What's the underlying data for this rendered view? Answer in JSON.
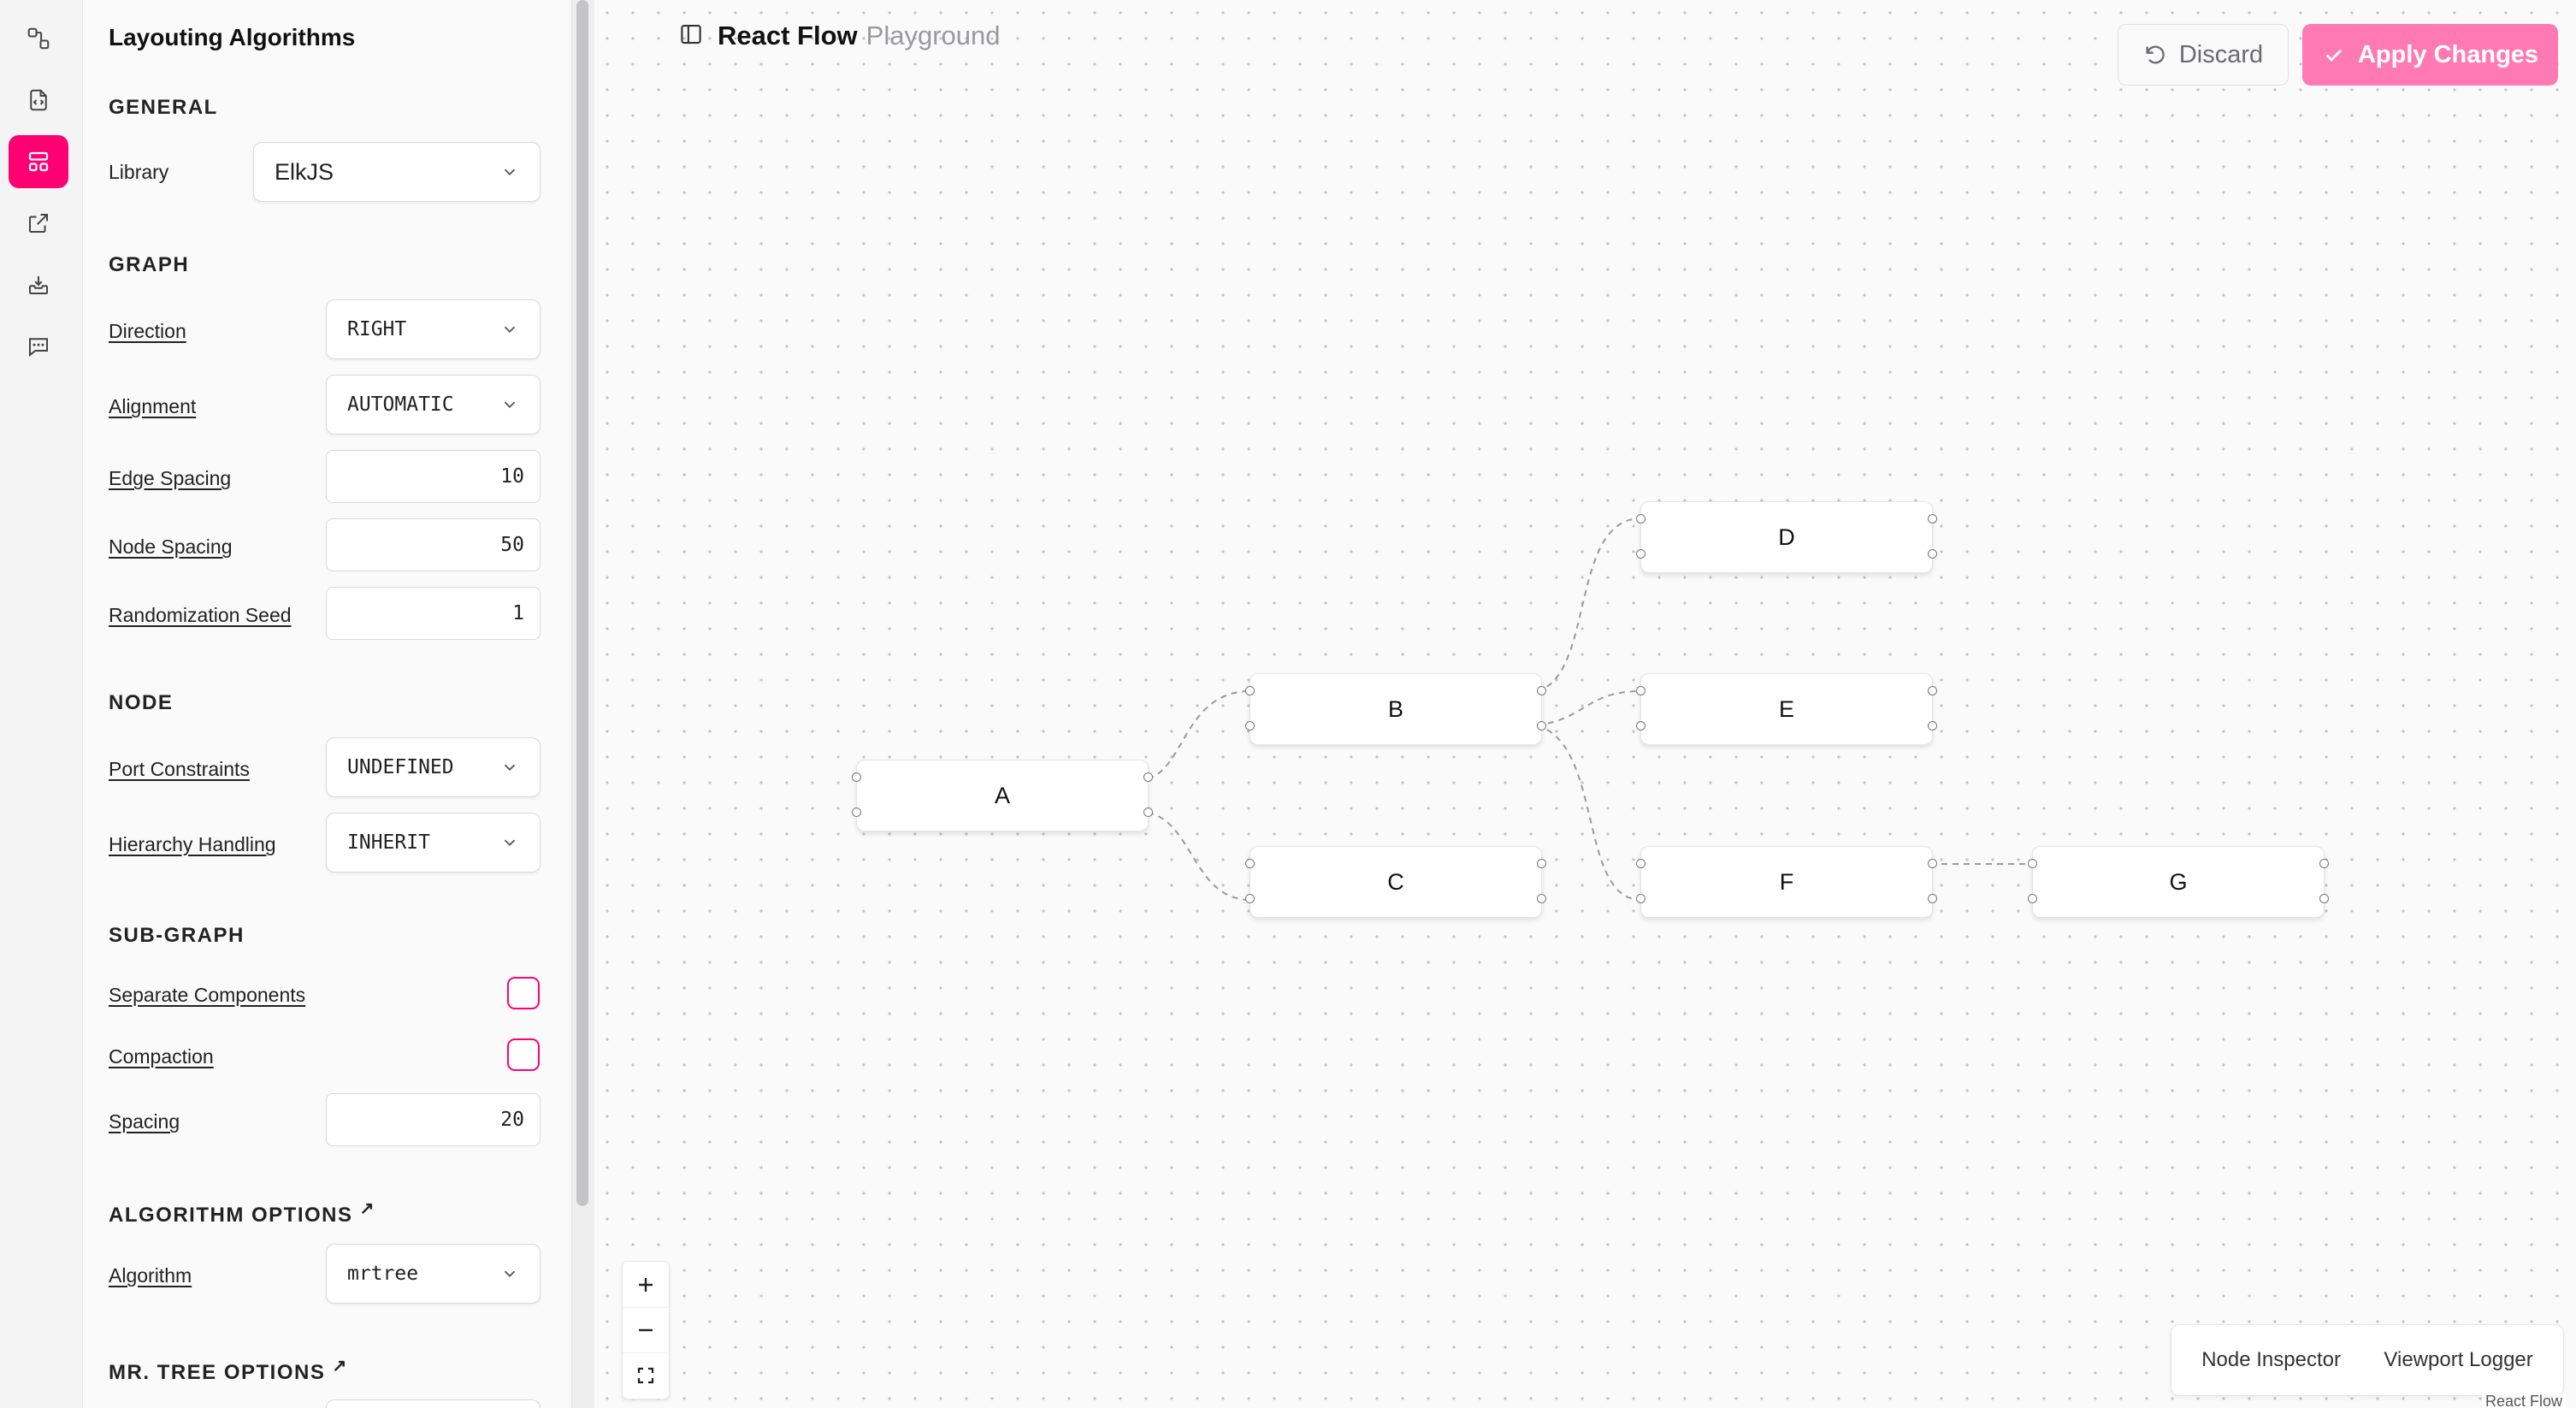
{
  "rail": {
    "items": [
      {
        "icon": "flow-nodes-icon"
      },
      {
        "icon": "code-file-icon"
      },
      {
        "icon": "layout-icon",
        "active": true
      },
      {
        "icon": "external-link-icon"
      },
      {
        "icon": "download-icon"
      },
      {
        "icon": "chat-icon"
      }
    ],
    "accent_color": "#ff0073"
  },
  "panel": {
    "title": "Layouting Algorithms",
    "general": {
      "heading": "GENERAL",
      "library_label": "Library",
      "library_value": "ElkJS"
    },
    "graph": {
      "heading": "GRAPH",
      "direction_label": "Direction",
      "direction_value": "RIGHT",
      "alignment_label": "Alignment",
      "alignment_value": "AUTOMATIC",
      "edge_spacing_label": "Edge Spacing",
      "edge_spacing_value": "10",
      "node_spacing_label": "Node Spacing",
      "node_spacing_value": "50",
      "seed_label": "Randomization Seed",
      "seed_value": "1"
    },
    "node": {
      "heading": "NODE",
      "port_constraints_label": "Port Constraints",
      "port_constraints_value": "UNDEFINED",
      "hierarchy_label": "Hierarchy Handling",
      "hierarchy_value": "INHERIT"
    },
    "subgraph": {
      "heading": "SUB-GRAPH",
      "separate_label": "Separate Components",
      "separate_checked": false,
      "compaction_label": "Compaction",
      "compaction_checked": false,
      "spacing_label": "Spacing",
      "spacing_value": "20"
    },
    "algorithm": {
      "heading": "ALGORITHM OPTIONS",
      "algorithm_label": "Algorithm",
      "algorithm_value": "mrtree"
    },
    "mrtree": {
      "heading": "MR. TREE OPTIONS"
    }
  },
  "header": {
    "brand": "React Flow",
    "brand_sub": "Playground",
    "discard_label": "Discard",
    "apply_label": "Apply Changes",
    "apply_color": "#ff7ab3"
  },
  "graph": {
    "nodes": [
      {
        "id": "A",
        "label": "A"
      },
      {
        "id": "B",
        "label": "B"
      },
      {
        "id": "C",
        "label": "C"
      },
      {
        "id": "D",
        "label": "D"
      },
      {
        "id": "E",
        "label": "E"
      },
      {
        "id": "F",
        "label": "F"
      },
      {
        "id": "G",
        "label": "G"
      }
    ],
    "edges": [
      {
        "source": "A",
        "target": "B"
      },
      {
        "source": "A",
        "target": "C"
      },
      {
        "source": "B",
        "target": "D"
      },
      {
        "source": "B",
        "target": "E"
      },
      {
        "source": "B",
        "target": "F"
      },
      {
        "source": "F",
        "target": "G"
      }
    ]
  },
  "tools": {
    "node_inspector": "Node Inspector",
    "viewport_logger": "Viewport Logger",
    "attribution": "React Flow"
  }
}
